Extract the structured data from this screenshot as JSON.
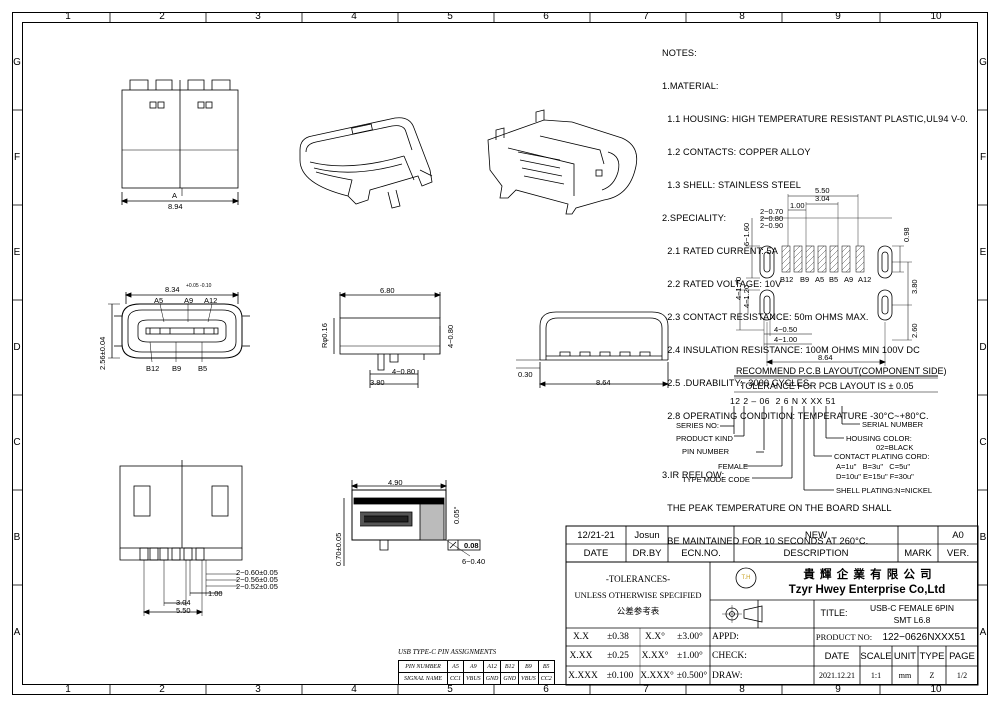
{
  "frame": {
    "columns": [
      "1",
      "2",
      "3",
      "4",
      "5",
      "6",
      "7",
      "8",
      "9",
      "10"
    ],
    "rows": [
      "G",
      "F",
      "E",
      "D",
      "C",
      "B",
      "A"
    ]
  },
  "notes": {
    "title": "NOTES:",
    "lines": [
      "1.MATERIAL:",
      "  1.1 HOUSING: HIGH TEMPERATURE RESISTANT PLASTIC,UL94 V-0.",
      "  1.2 CONTACTS: COPPER ALLOY",
      "  1.3 SHELL: STAINLESS STEEL",
      "2.SPECIALITY:",
      "  2.1 RATED CURRENT: 5A",
      "  2.2 RATED VOLTAGE: 10V",
      "  2.3 CONTACT RESISTANCE: 50m OHMS MAX.",
      "  2.4 INSULATION RESISTANCE: 100M OHMS MIN 100V DC",
      "  2.5 .DURABILITY:  3000 CYCLES.",
      "  2.8 OPERATING CONDITION: TEMPERATURE -30°C~+80°C.",
      "",
      "3.IR REFLOW:",
      "  THE PEAK TEMPERATURE ON THE BOARD SHALL",
      "  BE MAINTAINED FOR 10 SECONDS AT 260°C."
    ]
  },
  "dims": {
    "top_width": "8.94",
    "top_a": "A",
    "front_width": "8.34",
    "front_tol": "+0.05 -0.10",
    "front_a5": "A5",
    "front_a9": "A9",
    "front_a12": "A12",
    "front_b12": "B12",
    "front_b9": "B9",
    "front_b5": "B5",
    "front_height": "2.56±0.04",
    "side_width": "6.80",
    "side_height": "Rφ0.16",
    "side_080": "4−0.80",
    "side_080b": "4−0.80",
    "side_380": "3.80",
    "rear_030": "0.30",
    "rear_864": "8.64",
    "bot_060": "2−0.60±0.05",
    "bot_056": "2−0.56±0.05",
    "bot_052": "2−0.52±0.05",
    "bot_100": "1.00",
    "bot_304": "3.04",
    "bot_550": "5.50",
    "sec_490": "4.90",
    "sec_005": "0.05°",
    "sec_070": "0.70±0.05",
    "sec_flat": "0.08",
    "sec_640": "6−0.40"
  },
  "pcb": {
    "d550": "5.50",
    "d304": "3.04",
    "d100": "1.00",
    "d070": "2−0.70",
    "d080": "2−0.80",
    "d090": "2−0.90",
    "d160": "6−1.60",
    "d098": "0.98",
    "d170": "4−1.70",
    "d120": "4−1.20",
    "d380": "3.80",
    "d260": "2.60",
    "d050": "4−0.50",
    "d100b": "4−1.00",
    "d864": "8.64",
    "pins": [
      "B12",
      "B9",
      "A5",
      "B5",
      "A9",
      "A12"
    ],
    "title": "RECOMMEND P.C.B LAYOUT(COMPONENT SIDE)",
    "tolerance": "TOLERANCE FOR PCB LAYOUT IS ± 0.05"
  },
  "partcode": {
    "code": "12 2 – 06  2 6 N X XX 51",
    "labels": {
      "series_no": "SERIES NO:",
      "product_kind": "PRODUCT KIND",
      "pin_number": "PIN NUMBER",
      "female": "FEMALE",
      "type_mode_code": "TYPE MODE CODE",
      "serial_number": "SERIAL NUMBER",
      "housing_color": "HOUSING COLOR:",
      "housing_color_val": "02=BLACK",
      "contact_plating": "CONTACT PLATING CORD:",
      "contact_plating_val1": "A=1u\"   B=3u\"   C=5u\"",
      "contact_plating_val2": "D=10u\" E=15u\" F=30u\"",
      "shell_plating": "SHELL PLATING:N=NICKEL"
    }
  },
  "titleblock": {
    "date_val": "12/21-21",
    "drby_val": "Josun",
    "desc_val": "NEW",
    "ver_val": "A0",
    "h_date": "DATE",
    "h_drby": "DR.BY",
    "h_ecn": "ECN.NO.",
    "h_desc": "DESCRIPTION",
    "h_mark": "MARK",
    "h_ver": "VER.",
    "tol1": "-TOLERANCES-",
    "tol2": "UNLESS OTHERWISE SPECIFIED",
    "tol3": "公差参考表",
    "company_cn": "貴 輝 企 業 有 限 公 司",
    "company_en": "Tzyr Hwey Enterprise Co,Ltd",
    "logo": "T.H",
    "title_lbl": "TITLE:",
    "title_val1": "USB-C FEMALE 6PIN",
    "title_val2": "SMT L6.8",
    "t_x": "X.X",
    "t_x_v": "±0.38",
    "t_xa": "X.X°",
    "t_xa_v": "±3.00°",
    "t_xx": "X.XX",
    "t_xx_v": "±0.25",
    "t_xxa": "X.XX°",
    "t_xxa_v": "±1.00°",
    "t_xxx": "X.XXX",
    "t_xxx_v": "±0.100",
    "t_xxxa": "X.XXX°",
    "t_xxxa_v": "±0.500°",
    "appd": "APPD:",
    "check": "CHECK:",
    "draw": "DRAW:",
    "product_no_lbl": "PRODUCT NO:",
    "product_no": "122−0626NXXX51",
    "h2_date": "DATE",
    "h2_scale": "SCALE",
    "h2_unit": "UNIT",
    "h2_type": "TYPE",
    "h2_page": "PAGE",
    "v_date": "2021.12.21",
    "v_scale": "1:1",
    "v_unit": "mm",
    "v_type": "Z",
    "v_page": "1/2"
  },
  "pin_table": {
    "title": "USB TYPE-C PIN ASSIGNMENTS",
    "row1_label": "PIN NUMBER",
    "row2_label": "SIGNAL NAME",
    "pins": [
      "A5",
      "A9",
      "A12",
      "B12",
      "B9",
      "B5"
    ],
    "signals": [
      "CC1",
      "VBUS",
      "GND",
      "GND",
      "VBUS",
      "CC2"
    ]
  }
}
